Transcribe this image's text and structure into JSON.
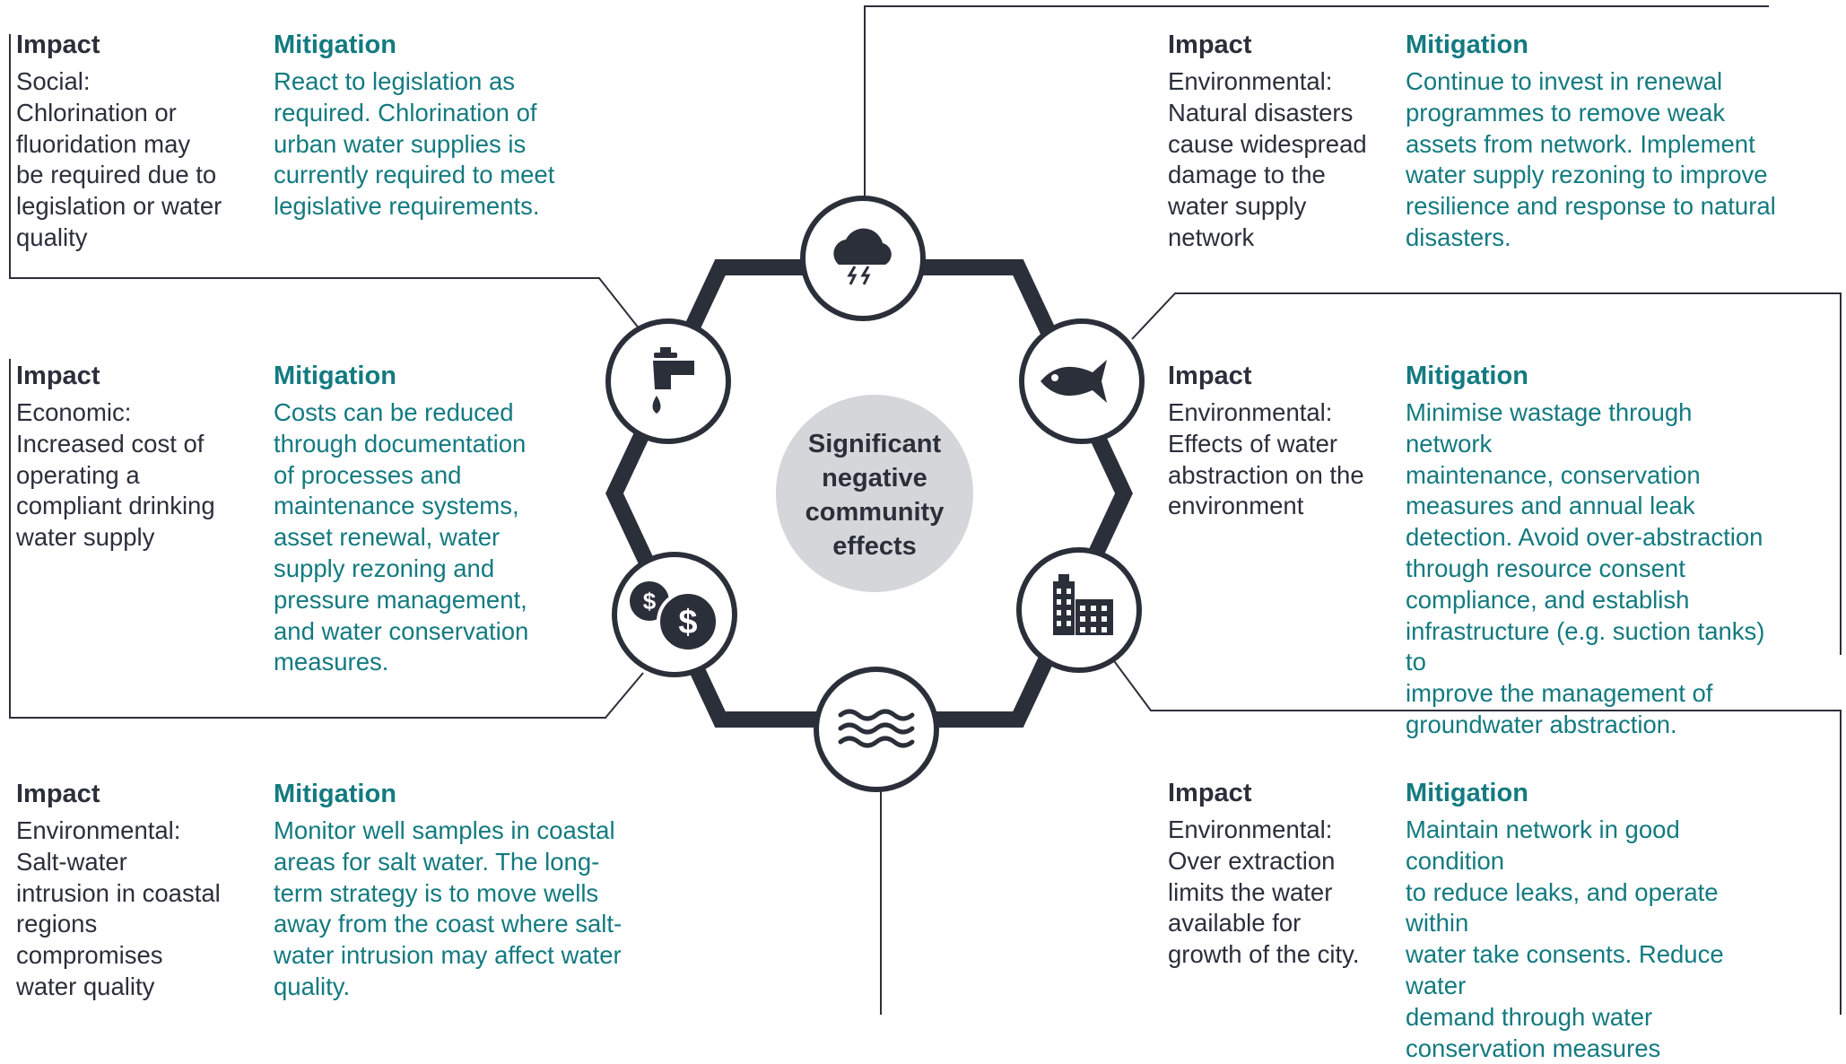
{
  "center": {
    "label": "Significant\nnegative\ncommunity\neffects"
  },
  "headings": {
    "impact": "Impact",
    "mitigation": "Mitigation"
  },
  "colors": {
    "dark": "#2b2f3a",
    "teal": "#137a80",
    "center_fill": "#d4d6d9"
  },
  "icons": [
    "storm-cloud-icon",
    "fish-icon",
    "buildings-icon",
    "water-waves-icon",
    "money-icon",
    "water-tap-icon"
  ],
  "blocks": [
    {
      "id": "social",
      "impact": "Social:\nChlorination or\nfluoridation may\nbe required due to\nlegislation  or water\nquality",
      "mitigation": "React to legislation  as\nrequired. Chlorination of\nurban water supplies is\ncurrently required to meet\nlegislative  requirements."
    },
    {
      "id": "economic",
      "impact": "Economic:\nIncreased cost of\noperating a\ncompliant drinking\nwater supply",
      "mitigation": "Costs can be reduced\nthrough documentation\nof processes and\nmaintenance systems,\nasset renewal,  water\nsupply  rezoning and\npressure management,\nand water conservation\nmeasures."
    },
    {
      "id": "saltwater",
      "impact": "Environmental:\nSalt-water\nintrusion in coastal\nregions\ncompromises\nwater quality",
      "mitigation": "Monitor well samples in coastal\nareas for salt water. The long-\nterm strategy is to move wells\naway from the coast where salt-\nwater intrusion may affect water\nquality."
    },
    {
      "id": "disasters",
      "impact": "Environmental:\nNatural disasters\ncause widespread\ndamage to the\nwater supply\nnetwork",
      "mitigation": "Continue to invest in renewal\nprogrammes to remove weak\nassets from network.  Implement\nwater supply  rezoning to improve\nresilience and response to natural\ndisasters."
    },
    {
      "id": "abstraction",
      "impact": "Environmental:\nEffects of water\nabstraction on the\nenvironment",
      "mitigation": "Minimise wastage through network\nmaintenance,  conservation\nmeasures and annual  leak\ndetection. Avoid over-abstraction\nthrough  resource consent\ncompliance,  and establish\ninfrastructure (e.g. suction tanks) to\nimprove the management  of\ngroundwater  abstraction."
    },
    {
      "id": "extraction",
      "impact": "Environmental:\nOver extraction\nlimits the water\navailable  for\ngrowth of the city.",
      "mitigation": "Maintain network in good condition\nto reduce leaks, and operate within\nwater take consents. Reduce water\ndemand through water\nconservation measures"
    }
  ]
}
